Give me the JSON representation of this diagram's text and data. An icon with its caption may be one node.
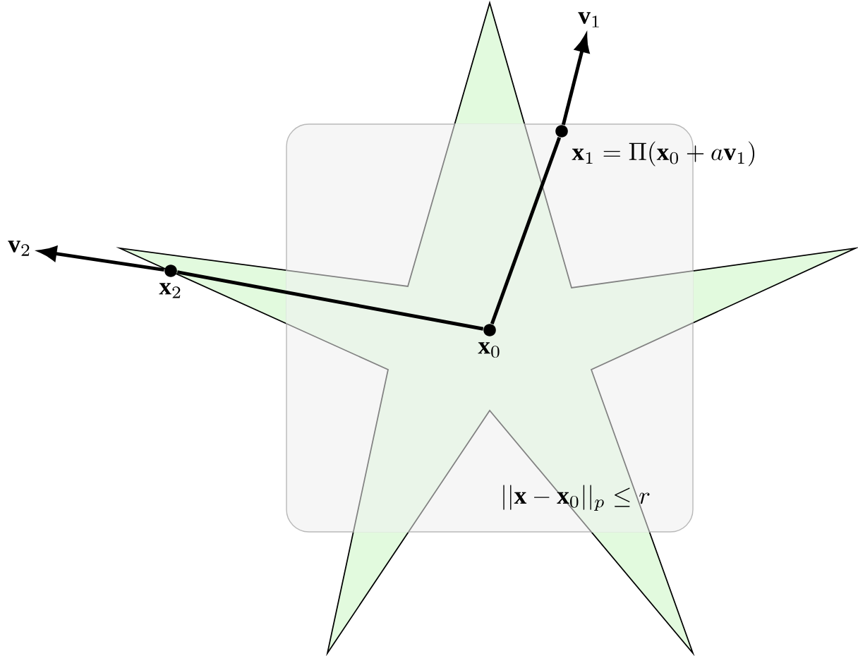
{
  "diagram": {
    "nodes": [
      {
        "text": [
          "||\\mathbf{x}-\\mathbf{x}_0||_p \\leq r"
        ]
      },
      {
        "text": [],
        "shape": "circle",
        "in": 0,
        "beside": [
          "\\mathbf{x}_0"
        ]
      },
      {
        "text": [],
        "shape": "circle",
        "in": 0,
        "beside": [
          "\\mathbf{x}_1 = \\Pi(\\mathbf{x}_0 + a\\mathbf{v}_1)"
        ]
      },
      {
        "text": [],
        "shape": "circle",
        "beside": [
          "\\mathbf{x}_2"
        ]
      },
      {
        "text": [
          "\\mathbf{v}_1"
        ]
      },
      {
        "text": [
          "\\mathbf{v}_2"
        ]
      }
    ],
    "edges": [
      {
        "from": 1,
        "to": 2,
        "arrow": "none"
      },
      {
        "from": 2,
        "to": 4,
        "arrow": "to"
      },
      {
        "from": 1,
        "to": 3,
        "arrow": "none"
      },
      {
        "from": 3,
        "to": 5,
        "arrow": "to"
      }
    ]
  }
}
